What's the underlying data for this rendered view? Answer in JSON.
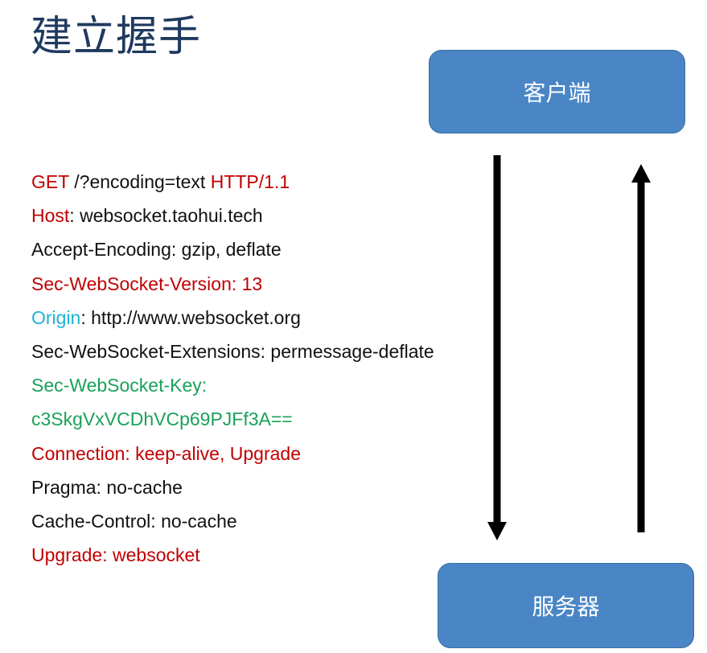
{
  "title": "建立握手",
  "nodes": {
    "client": "客户端",
    "server": "服务器"
  },
  "colors": {
    "title": "#1f3a5f",
    "node_fill": "#4a86c5",
    "node_border": "#3a6ea5",
    "red": "#c00000",
    "cyan": "#1fb3d4",
    "green": "#1aa15a",
    "black": "#111111"
  },
  "request": {
    "lines": [
      [
        {
          "text": "GET",
          "color": "#c00000"
        },
        {
          "text": " /?encoding=text ",
          "color": "#111111"
        },
        {
          "text": "HTTP/1.1",
          "color": "#c00000"
        }
      ],
      [
        {
          "text": "Host",
          "color": "#c00000"
        },
        {
          "text": ": websocket.taohui.tech",
          "color": "#111111"
        }
      ],
      [
        {
          "text": "Accept-Encoding: gzip, deflate",
          "color": "#111111"
        }
      ],
      [
        {
          "text": "Sec-WebSocket-Version: 13",
          "color": "#c00000"
        }
      ],
      [
        {
          "text": "Origin",
          "color": "#1fb3d4"
        },
        {
          "text": ": http://www.websocket.org",
          "color": "#111111"
        }
      ],
      [
        {
          "text": "Sec-WebSocket-Extensions: permessage-deflate",
          "color": "#111111"
        }
      ],
      [
        {
          "text": "Sec-WebSocket-Key:",
          "color": "#1aa15a"
        }
      ],
      [
        {
          "text": "c3SkgVxVCDhVCp69PJFf3A==",
          "color": "#1aa15a"
        }
      ],
      [
        {
          "text": "Connection: keep-alive, Upgrade",
          "color": "#c00000"
        }
      ],
      [
        {
          "text": "Pragma: no-cache",
          "color": "#111111"
        }
      ],
      [
        {
          "text": "Cache-Control: no-cache",
          "color": "#111111"
        }
      ],
      [
        {
          "text": "Upgrade: websocket",
          "color": "#c00000"
        }
      ]
    ]
  },
  "arrows": [
    {
      "name": "request-arrow",
      "direction": "down",
      "from": "client",
      "to": "server"
    },
    {
      "name": "response-arrow",
      "direction": "up",
      "from": "server",
      "to": "client"
    }
  ]
}
